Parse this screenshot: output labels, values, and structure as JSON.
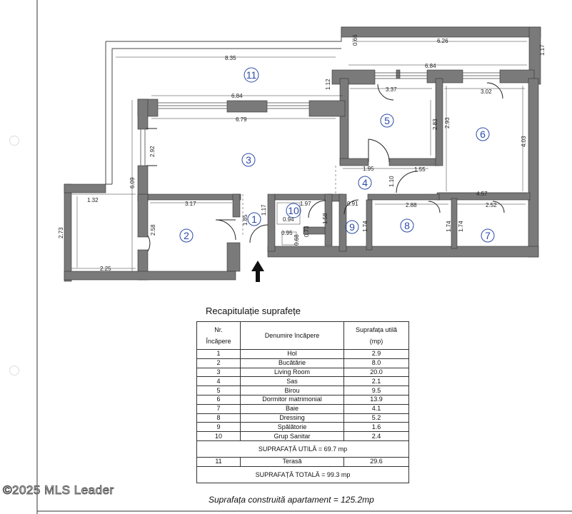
{
  "plan": {
    "dims": {
      "d1": "6.26",
      "d2": "0.66",
      "d3": "1.17",
      "d4": "8.35",
      "d5": "6.84",
      "d6": "1.12",
      "d7": "6.84",
      "d8": "6.79",
      "d9": "3.37",
      "d10": "3.02",
      "d11": "2.83",
      "d12": "2.93",
      "d13": "4.03",
      "d14": "2.92",
      "d15": "6.09",
      "d16": "1.32",
      "d17": "1.95",
      "d18": "1.55",
      "d19": "1.10",
      "d20": "4.57",
      "d21": "3.17",
      "d22": "1.17",
      "d23": "1.97",
      "d24": "0.91",
      "d25": "2.88",
      "d26": "2.52",
      "d27": "2.73",
      "d28": "2.58",
      "d29": "1.85",
      "d30": "0.94",
      "d31": "0.95",
      "d32": "0.68",
      "d33": "0.73",
      "d34": "1.58",
      "d35": "1.74",
      "d36": "1.74",
      "d37": "1.74",
      "d38": "2.25"
    },
    "rooms": [
      "1",
      "2",
      "3",
      "4",
      "5",
      "6",
      "7",
      "8",
      "9",
      "10",
      "11"
    ]
  },
  "recap": {
    "title": "Recapitulație suprafețe",
    "head_nr": "Nr.",
    "head_incapere": "Încăpere",
    "head_denumire": "Denumire încăpere",
    "head_suprafata": "Suprafața utilă",
    "head_unit": "(mp)",
    "rows": [
      {
        "nr": "1",
        "name": "Hol",
        "area": "2.9"
      },
      {
        "nr": "2",
        "name": "Bucătărie",
        "area": "8.0"
      },
      {
        "nr": "3",
        "name": "Living Room",
        "area": "20.0"
      },
      {
        "nr": "4",
        "name": "Sas",
        "area": "2.1"
      },
      {
        "nr": "5",
        "name": "Birou",
        "area": "9.5"
      },
      {
        "nr": "6",
        "name": "Dormitor matrimonial",
        "area": "13.9"
      },
      {
        "nr": "7",
        "name": "Baie",
        "area": "4.1"
      },
      {
        "nr": "8",
        "name": "Dressing",
        "area": "5.2"
      },
      {
        "nr": "9",
        "name": "Spălătorie",
        "area": "1.6"
      },
      {
        "nr": "10",
        "name": "Grup Sanitar",
        "area": "2.4"
      }
    ],
    "useful_total": "SUPRAFAȚĂ UTILĂ = 69.7 mp",
    "terrace": {
      "nr": "11",
      "name": "Terasă",
      "area": "29.6"
    },
    "grand_total": "SUPRAFAȚĂ TOTALĂ = 99.3 mp",
    "built": "Suprafața construită apartament = 125.2mp"
  },
  "watermark": "©2025 MLS Leader"
}
